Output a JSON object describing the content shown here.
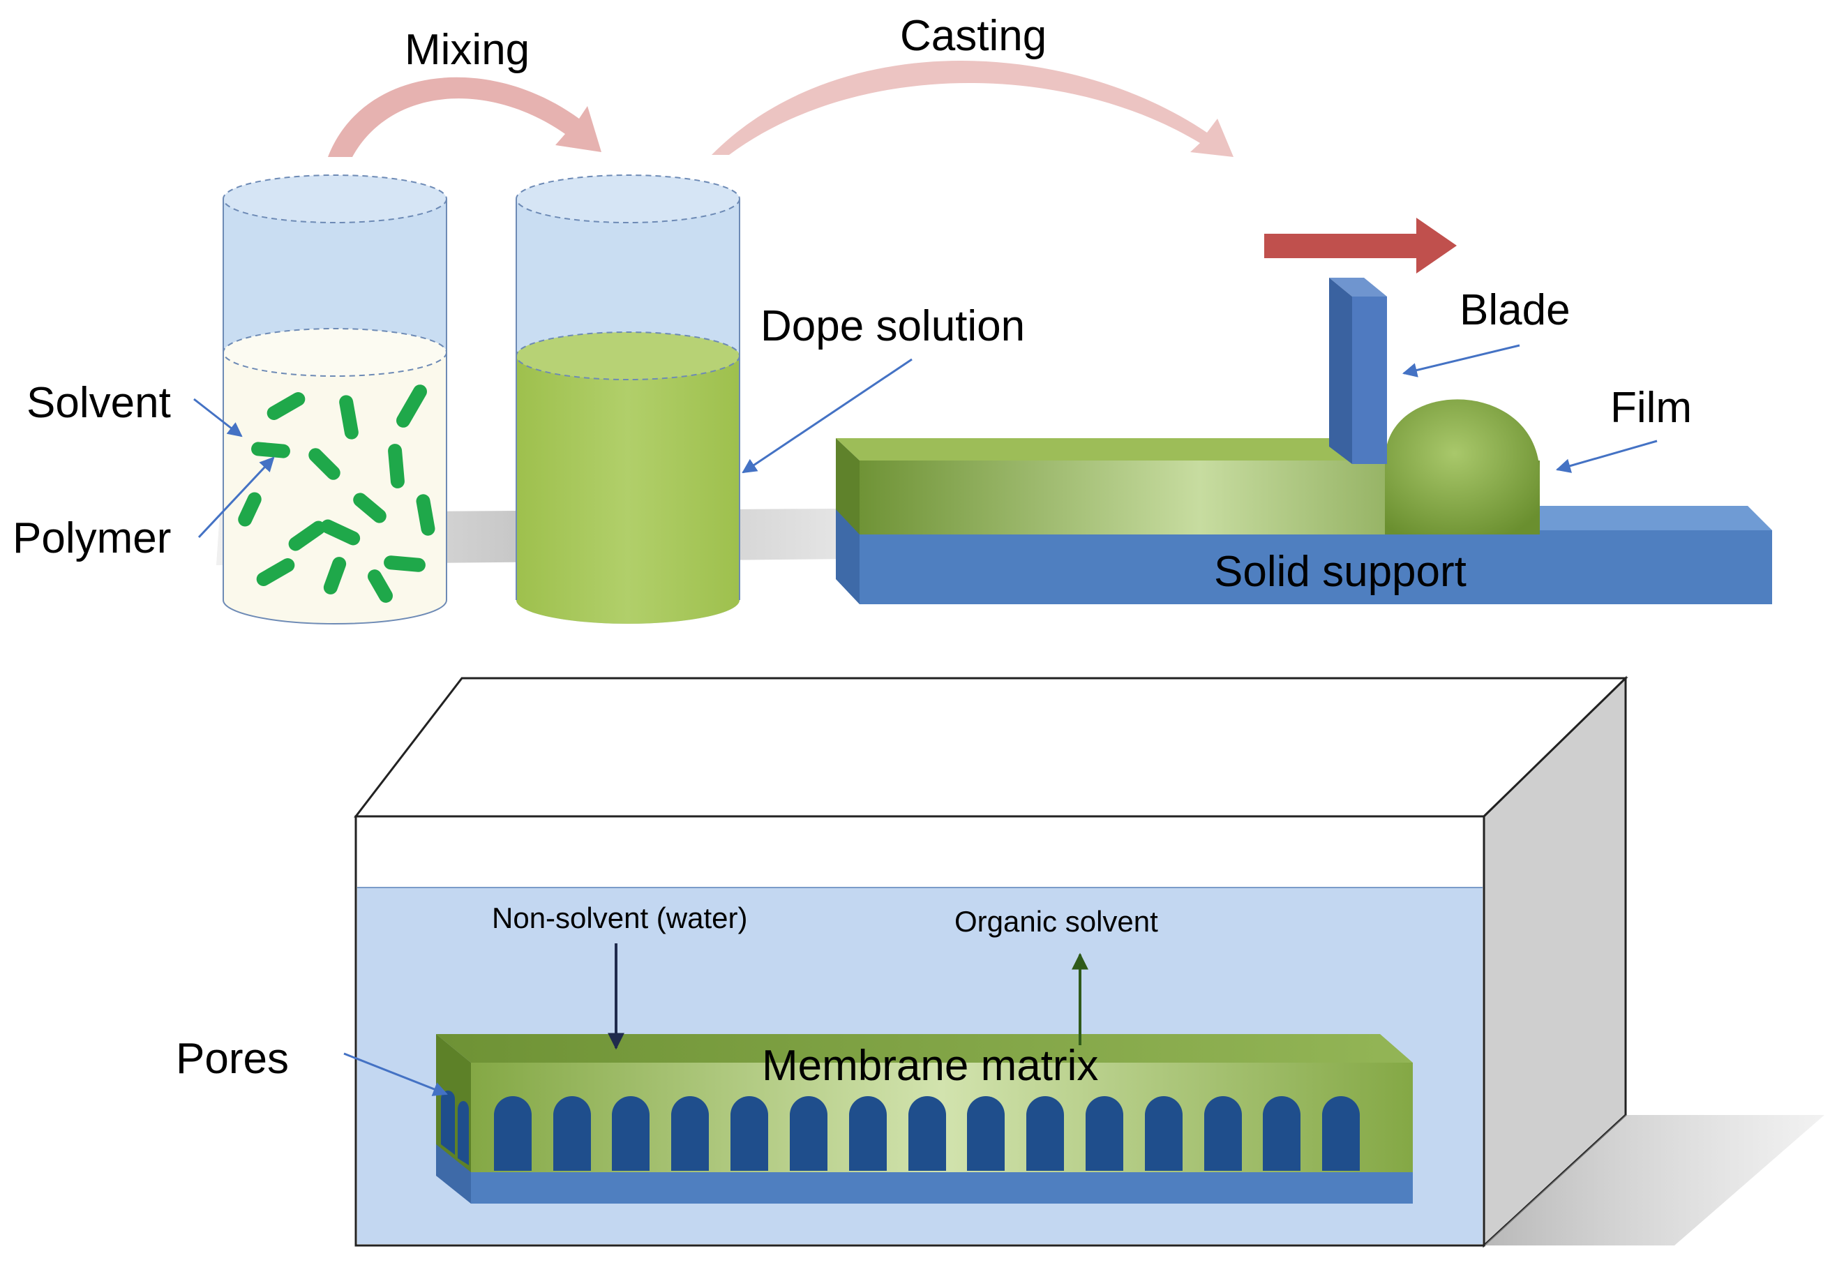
{
  "labels": {
    "mixing": "Mixing",
    "casting": "Casting",
    "solvent": "Solvent",
    "polymer": "Polymer",
    "dope_solution": "Dope solution",
    "blade": "Blade",
    "film": "Film",
    "solid_support": "Solid support",
    "pores": "Pores",
    "non_solvent": "Non-solvent (water)",
    "organic_solvent": "Organic solvent",
    "membrane_matrix": "Membrane matrix"
  },
  "colors": {
    "beaker_blue": "#c9ddf2",
    "solvent_cream": "#fbf9ec",
    "polymer_green": "#1fa84a",
    "dope_green": "#a9c85c",
    "film_green": "#8fb447",
    "support_blue": "#4f7fc0",
    "blade_blue": "#4f7ac0",
    "direction_arrow_red": "#c0504d",
    "process_arrow_pink": "#e6b2b0",
    "bath_blue": "#c3d7f1",
    "pore_navy": "#1f4e8c",
    "box_side_gray": "#cfcfcf"
  }
}
